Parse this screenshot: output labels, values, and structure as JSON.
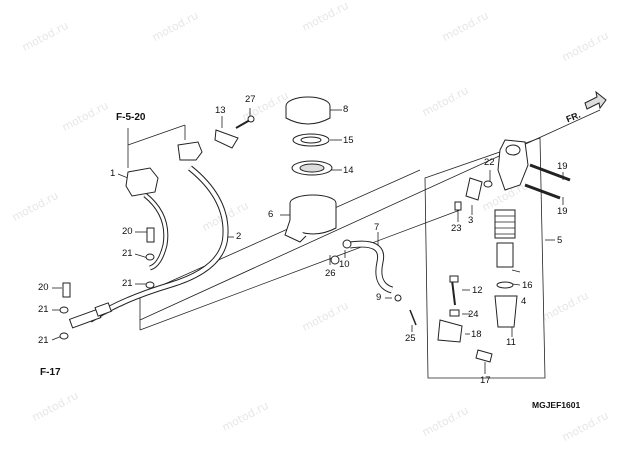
{
  "watermark": "motod.ru",
  "refs": {
    "top": "F-5-20",
    "bottom": "F-17"
  },
  "fr_label": "FR.",
  "code": "MGJEF1601",
  "callouts": [
    {
      "id": "c1",
      "label": "1"
    },
    {
      "id": "c2",
      "label": "2"
    },
    {
      "id": "c3",
      "label": "3"
    },
    {
      "id": "c4",
      "label": "4"
    },
    {
      "id": "c5",
      "label": "5"
    },
    {
      "id": "c6",
      "label": "6"
    },
    {
      "id": "c7",
      "label": "7"
    },
    {
      "id": "c8",
      "label": "8"
    },
    {
      "id": "c9",
      "label": "9"
    },
    {
      "id": "c10",
      "label": "10"
    },
    {
      "id": "c11",
      "label": "11"
    },
    {
      "id": "c12",
      "label": "12"
    },
    {
      "id": "c13",
      "label": "13"
    },
    {
      "id": "c14",
      "label": "14"
    },
    {
      "id": "c15",
      "label": "15"
    },
    {
      "id": "c16",
      "label": "16"
    },
    {
      "id": "c17",
      "label": "17"
    },
    {
      "id": "c18",
      "label": "18"
    },
    {
      "id": "c19a",
      "label": "19"
    },
    {
      "id": "c19b",
      "label": "19"
    },
    {
      "id": "c20a",
      "label": "20"
    },
    {
      "id": "c20b",
      "label": "20"
    },
    {
      "id": "c21a",
      "label": "21"
    },
    {
      "id": "c21b",
      "label": "21"
    },
    {
      "id": "c21c",
      "label": "21"
    },
    {
      "id": "c21d",
      "label": "21"
    },
    {
      "id": "c22",
      "label": "22"
    },
    {
      "id": "c23",
      "label": "23"
    },
    {
      "id": "c24",
      "label": "24"
    },
    {
      "id": "c25",
      "label": "25"
    },
    {
      "id": "c26",
      "label": "26"
    },
    {
      "id": "c27",
      "label": "27"
    }
  ]
}
